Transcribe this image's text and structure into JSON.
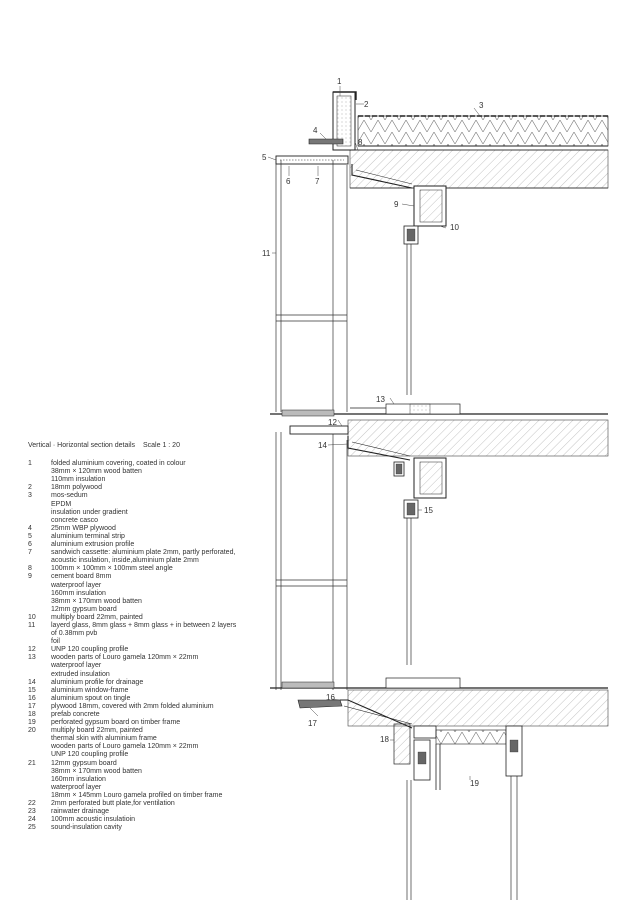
{
  "legend": {
    "title": "Vertical · Horizontal section details",
    "scale": "Scale 1 : 20",
    "items": [
      {
        "num": "1",
        "lines": [
          "folded aluminium covering, coated in colour",
          "38mm × 120mm wood batten",
          "110mm insulation"
        ]
      },
      {
        "num": "2",
        "lines": [
          "18mm polywood"
        ]
      },
      {
        "num": "3",
        "lines": [
          "mos-sedum",
          "EPDM",
          "insulation under gradient",
          "concrete casco"
        ]
      },
      {
        "num": "4",
        "lines": [
          "25mm WBP plywood"
        ]
      },
      {
        "num": "5",
        "lines": [
          "aluminium terminal strip"
        ]
      },
      {
        "num": "6",
        "lines": [
          "aluminium extrusion profile"
        ]
      },
      {
        "num": "7",
        "lines": [
          "sandwich cassette: aluminium plate 2mm, partly perforated,",
          "acoustic insulation, inside,aluminium plate 2mm"
        ]
      },
      {
        "num": "8",
        "lines": [
          "100mm × 100mm × 100mm steel angle"
        ]
      },
      {
        "num": "9",
        "lines": [
          "cement board 8mm",
          "waterproof layer",
          "160mm insulation",
          "38mm × 170mm wood batten",
          "12mm gypsum board"
        ]
      },
      {
        "num": "10",
        "lines": [
          "multiply board 22mm, painted"
        ]
      },
      {
        "num": "11",
        "lines": [
          "layerd glass, 8mm glass + 8mm glass + in between 2 layers",
          "of 0.38mm pvb",
          "foil"
        ]
      },
      {
        "num": "12",
        "lines": [
          "UNP 120 coupling profile"
        ]
      },
      {
        "num": "13",
        "lines": [
          "wooden parts of Louro gamela 120mm × 22mm",
          "waterproof layer",
          "extruded insulation"
        ]
      },
      {
        "num": "14",
        "lines": [
          "aluminium profile for drainage"
        ]
      },
      {
        "num": "15",
        "lines": [
          "aluminium window-frame"
        ]
      },
      {
        "num": "16",
        "lines": [
          "aluminium spout on tingle"
        ]
      },
      {
        "num": "17",
        "lines": [
          "plywood 18mm, covered with 2mm folded aluminium"
        ]
      },
      {
        "num": "18",
        "lines": [
          "prefab concrete"
        ]
      },
      {
        "num": "19",
        "lines": [
          "perforated gypsum board on timber frame"
        ]
      },
      {
        "num": "20",
        "lines": [
          "multiply board 22mm, painted",
          "thermal skin with aluminium frame",
          "wooden parts of Louro gamela 120mm × 22mm",
          "UNP 120 coupling profile"
        ]
      },
      {
        "num": "21",
        "lines": [
          "12mm gypsum board",
          "38mm × 170mm wood batten",
          "160mm insulation",
          "waterproof layer",
          "18mm × 145mm Louro gamela profiled on timber frame"
        ]
      },
      {
        "num": "22",
        "lines": [
          "2mm perforated butt plate,for ventilation"
        ]
      },
      {
        "num": "23",
        "lines": [
          "rainwater drainage"
        ]
      },
      {
        "num": "24",
        "lines": [
          "100mm acoustic insulatioin"
        ]
      },
      {
        "num": "25",
        "lines": [
          "sound-insulation cavity"
        ]
      }
    ]
  },
  "callouts": [
    "1",
    "2",
    "3",
    "4",
    "5",
    "6",
    "7",
    "8",
    "9",
    "10",
    "11",
    "12",
    "13",
    "14",
    "15",
    "16",
    "17",
    "18",
    "19"
  ]
}
